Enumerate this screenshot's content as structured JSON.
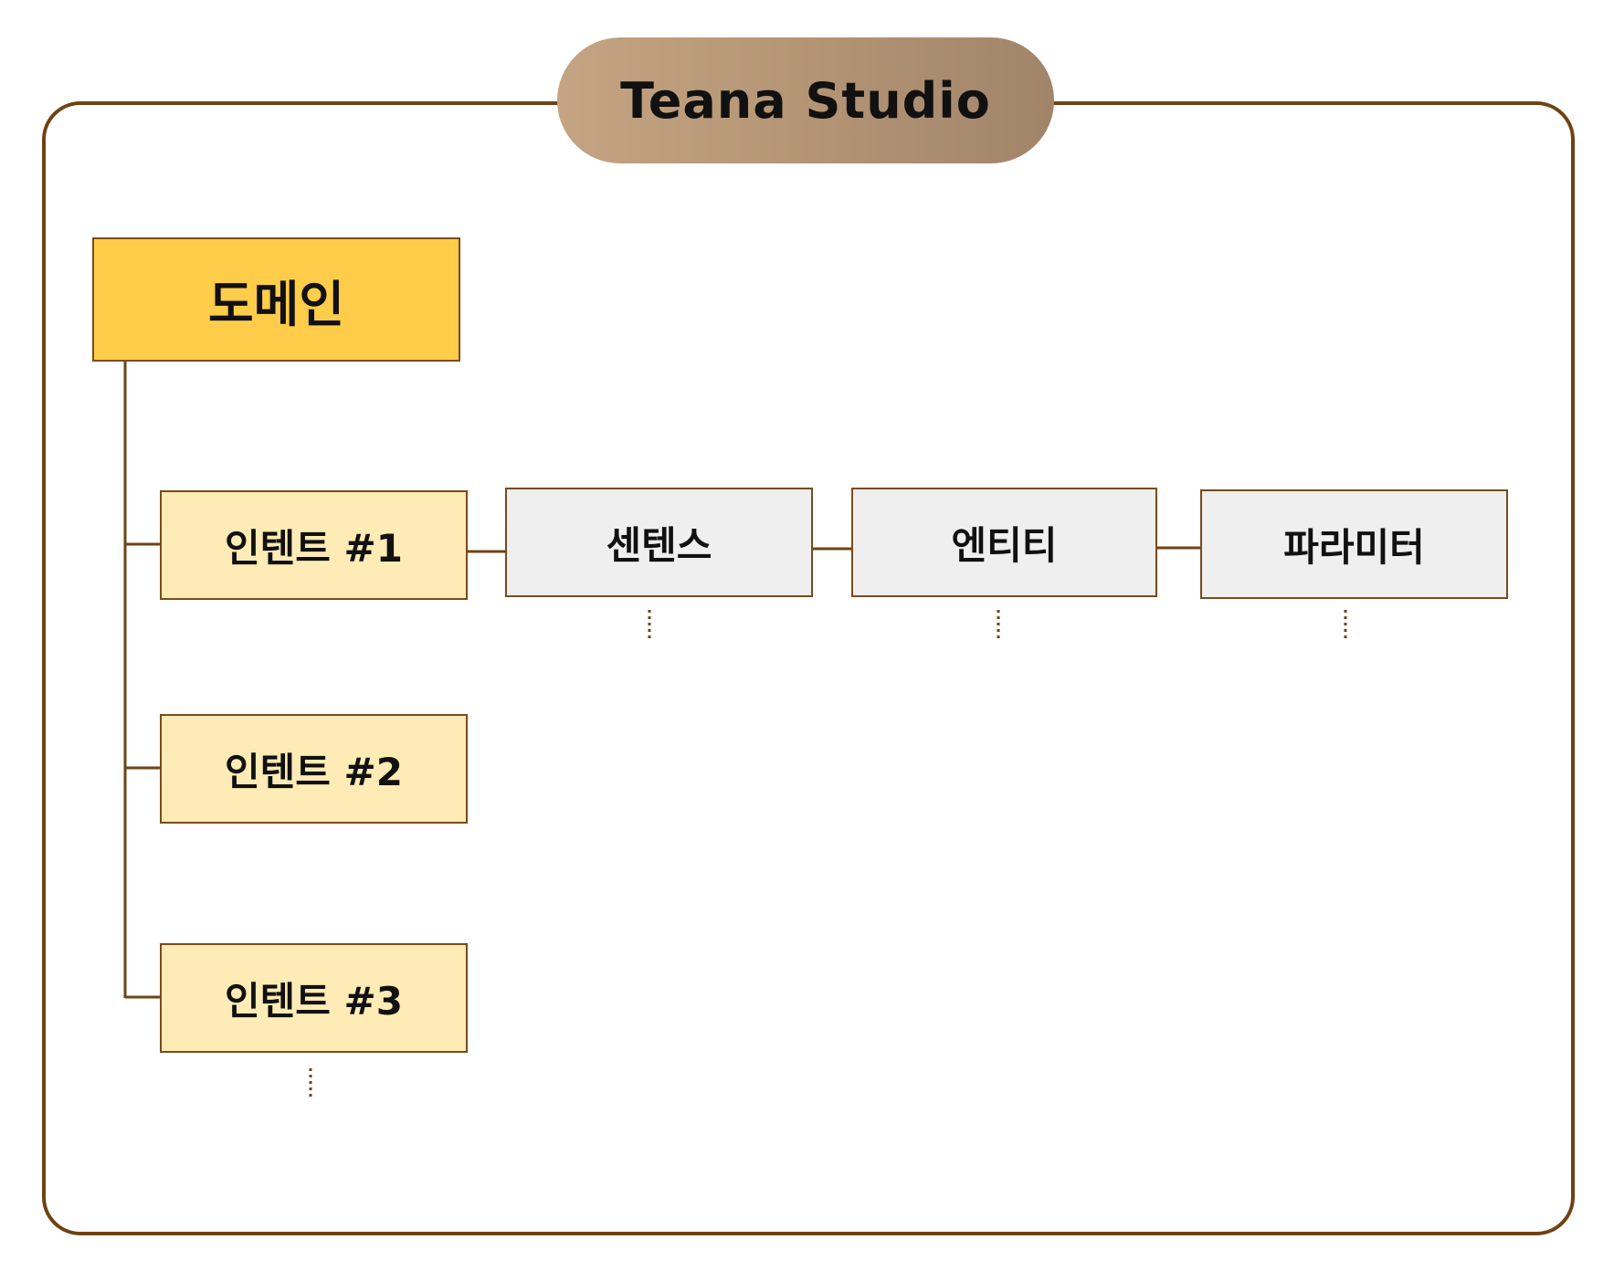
{
  "title": "Teana Studio",
  "domain": {
    "label": "도메인"
  },
  "intents": [
    {
      "label": "인텐트 #1"
    },
    {
      "label": "인텐트 #2"
    },
    {
      "label": "인텐트 #3"
    }
  ],
  "components": [
    {
      "label": "센텐스"
    },
    {
      "label": "엔티티"
    },
    {
      "label": "파라미터"
    }
  ],
  "colors": {
    "frame_border": "#6e4314",
    "domain_fill": "#ffcd4a",
    "intent_fill": "#ffebb5",
    "component_fill": "#efefef"
  }
}
